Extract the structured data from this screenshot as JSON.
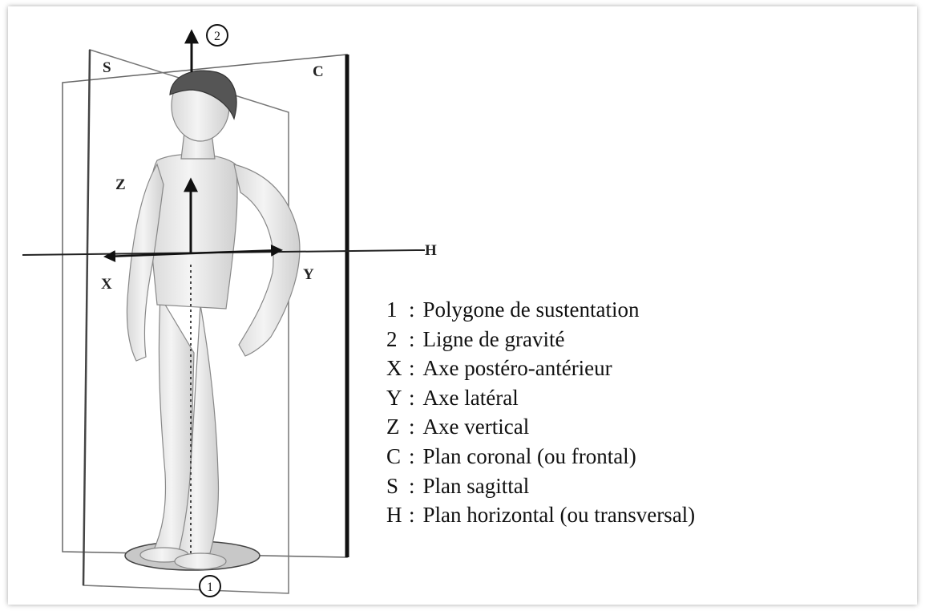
{
  "figure": {
    "markers": {
      "gravity_line": "2",
      "support_polygon": "1"
    },
    "labels": {
      "S": "S",
      "C": "C",
      "Z": "Z",
      "X": "X",
      "Y": "Y",
      "H": "H"
    }
  },
  "legend": [
    {
      "key": "1",
      "text": "Polygone de sustentation"
    },
    {
      "key": "2",
      "text": "Ligne de gravité"
    },
    {
      "key": "X",
      "text": "Axe postéro-antérieur"
    },
    {
      "key": "Y",
      "text": "Axe latéral"
    },
    {
      "key": "Z",
      "text": "Axe vertical"
    },
    {
      "key": "C",
      "text": "Plan coronal (ou frontal)"
    },
    {
      "key": "S",
      "text": "Plan sagittal"
    },
    {
      "key": "H",
      "text": "Plan horizontal (ou transversal)"
    }
  ],
  "colors": {
    "line": "#222222",
    "plane_edge": "#555555",
    "body_fill": "#ececec",
    "ground": "#c8c8c8"
  }
}
